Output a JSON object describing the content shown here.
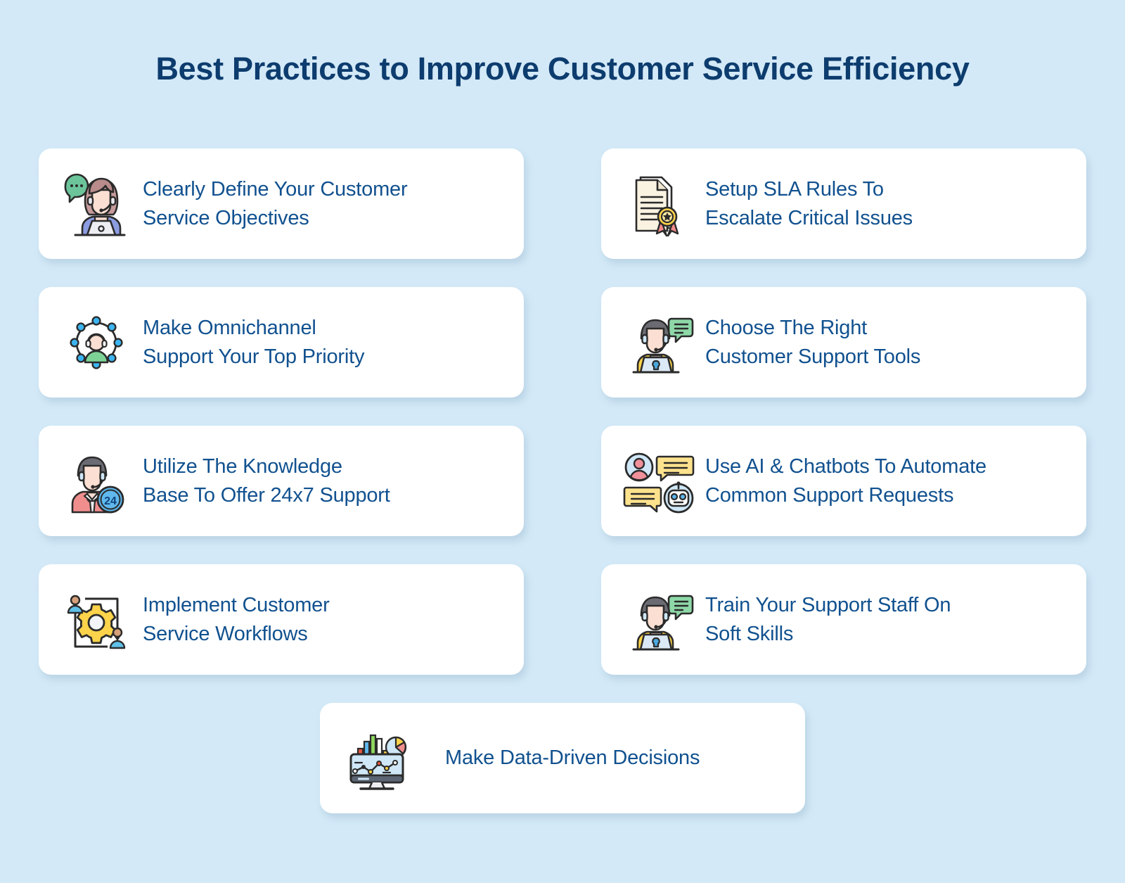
{
  "title": "Best Practices to Improve Customer Service Efficiency",
  "colors": {
    "background": "#d3e9f7",
    "card_background": "#ffffff",
    "title_text": "#0d3c6e",
    "card_text": "#11518f",
    "accent_green": "#6cc49a",
    "accent_yellow": "#fcd34a",
    "accent_blue": "#3bb4f2",
    "accent_red": "#f58a8a"
  },
  "rows": [
    {
      "left": {
        "label": "Clearly Define Your Customer Service Objectives",
        "line1": "Clearly Define Your Customer",
        "line2": "Service Objectives",
        "icon": "female-support-agent-laptop-icon"
      },
      "right": {
        "label": "Setup SLA Rules To Escalate Critical Issues",
        "line1": "Setup SLA Rules To",
        "line2": "Escalate Critical Issues",
        "icon": "certificate-document-award-icon"
      }
    },
    {
      "left": {
        "label": "Make Omnichannel Support Your Top Priority",
        "line1": "Make Omnichannel",
        "line2": "Support Your Top Priority",
        "icon": "omnichannel-network-hub-icon"
      },
      "right": {
        "label": "Choose The Right Customer Support Tools",
        "line1": "Choose The Right",
        "line2": "Customer Support Tools",
        "icon": "support-agent-wrench-laptop-icon"
      }
    },
    {
      "left": {
        "label": "Utilize The Knowledge Base To Offer 24x7 Support",
        "line1": "Utilize The Knowledge",
        "line2": "Base To Offer 24x7 Support",
        "icon": "agent-24-hour-badge-icon"
      },
      "right": {
        "label": "Use AI & Chatbots To Automate Common Support Requests",
        "line1": "Use AI & Chatbots To Automate",
        "line2": "Common Support Requests",
        "icon": "chatbot-conversation-icon"
      }
    },
    {
      "left": {
        "label": "Implement Customer Service Workflows",
        "line1": "Implement Customer",
        "line2": "Service Workflows",
        "icon": "workflow-gear-cycle-icon"
      },
      "right": {
        "label": "Train Your Support Staff On Soft Skills",
        "line1": "Train Your Support Staff On",
        "line2": "Soft Skills",
        "icon": "support-agent-wrench-laptop-icon"
      }
    }
  ],
  "bottom_card": {
    "label": "Make Data-Driven Decisions",
    "line1": "Make Data-Driven Decisions",
    "icon": "analytics-dashboard-monitor-icon"
  },
  "icon_badges": {
    "hours_badge": "24"
  }
}
